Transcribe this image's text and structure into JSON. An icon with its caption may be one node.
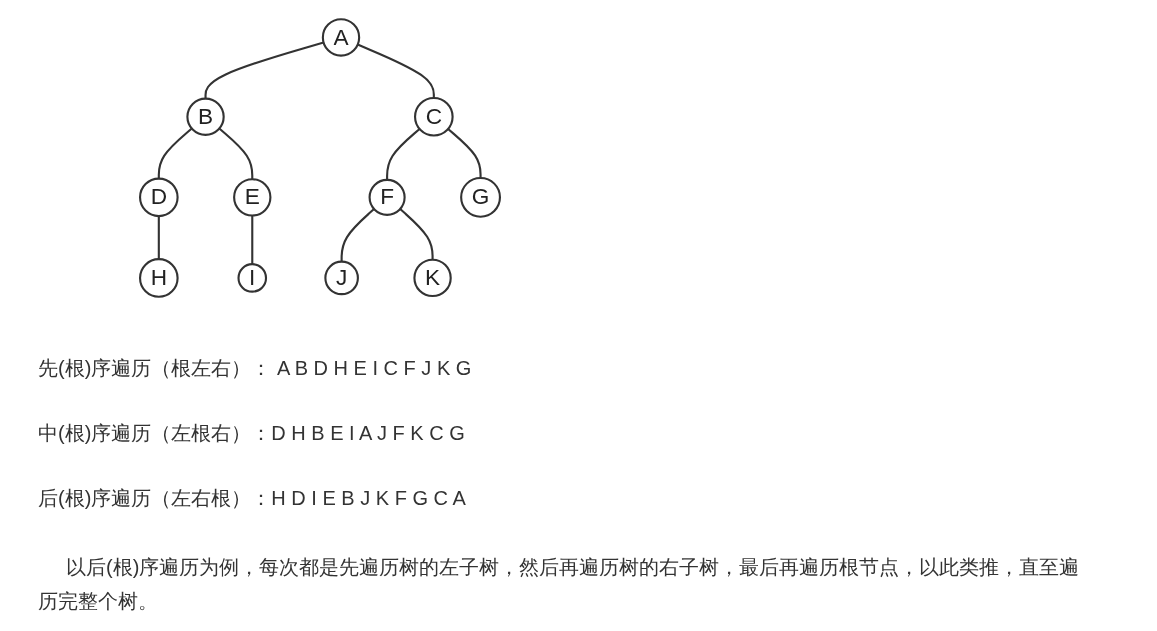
{
  "diagram": {
    "nodes": [
      {
        "text": [
          "A"
        ]
      },
      {
        "text": [
          "B"
        ]
      },
      {
        "text": [
          "C"
        ]
      },
      {
        "text": [
          "D"
        ]
      },
      {
        "text": [
          "E"
        ]
      },
      {
        "text": [
          "F"
        ]
      },
      {
        "text": [
          "G"
        ]
      },
      {
        "text": [
          "H"
        ]
      },
      {
        "text": [
          "I"
        ]
      },
      {
        "text": [
          "J"
        ]
      },
      {
        "text": [
          "K"
        ]
      }
    ],
    "edges": [
      {
        "from": 0,
        "to": 1,
        "arrow": "none"
      },
      {
        "from": 0,
        "to": 2,
        "arrow": "none"
      },
      {
        "from": 1,
        "to": 3,
        "arrow": "none"
      },
      {
        "from": 1,
        "to": 4,
        "arrow": "none"
      },
      {
        "from": 2,
        "to": 5,
        "arrow": "none"
      },
      {
        "from": 2,
        "to": 6,
        "arrow": "none"
      },
      {
        "from": 3,
        "to": 7,
        "arrow": "none"
      },
      {
        "from": 4,
        "to": 8,
        "arrow": "none"
      },
      {
        "from": 5,
        "to": 9,
        "arrow": "none"
      },
      {
        "from": 5,
        "to": 10,
        "arrow": "none"
      }
    ],
    "labels": [
      "先(根)序遍历（根左右）： A B D H E I C F J K G",
      "中(根)序遍历（左根右）：D H B E I A J F K C G",
      "后(根)序遍历（左右根）：H D I E B J K F G C A",
      "以后(根)序遍历为例，每次都是先遍历树的左子树，然后再遍历树的右子树，最后再遍历根节点，以此类推，直至遍历完整个树。"
    ]
  }
}
